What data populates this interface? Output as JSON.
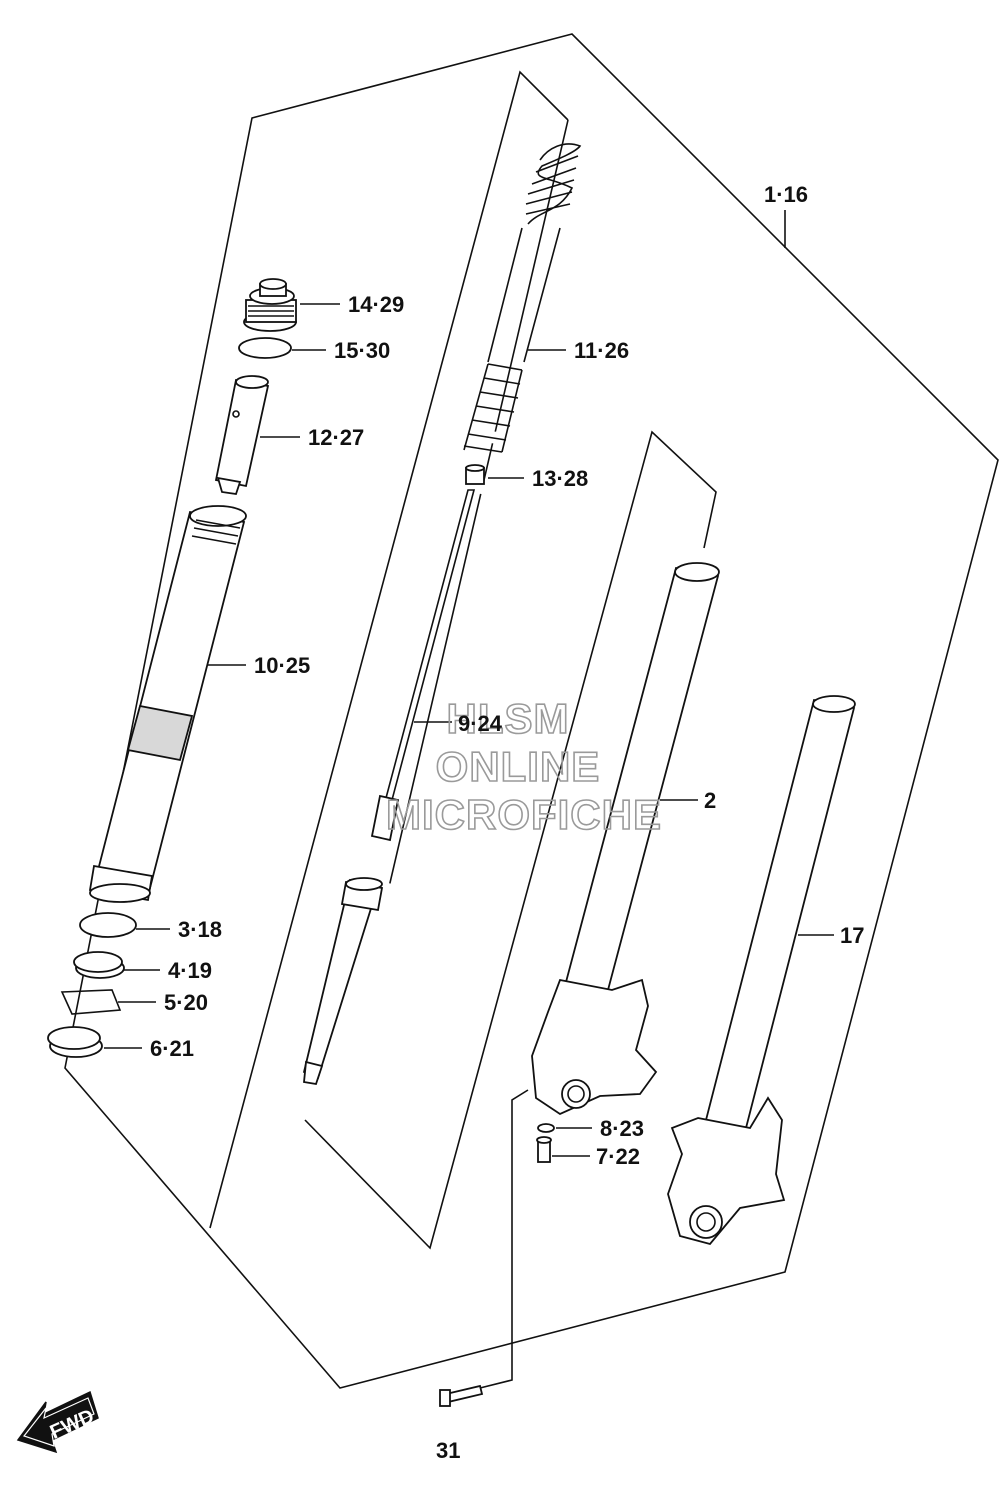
{
  "labels": {
    "l_1_16": "1·16",
    "l_14_29": "14·29",
    "l_15_30": "15·30",
    "l_12_27": "12·27",
    "l_11_26": "11·26",
    "l_13_28": "13·28",
    "l_10_25": "10·25",
    "l_9_24": "9·24",
    "l_2": "2",
    "l_17": "17",
    "l_3_18": "3·18",
    "l_4_19": "4·19",
    "l_5_20": "5·20",
    "l_6_21": "6·21",
    "l_8_23": "8·23",
    "l_7_22": "7·22",
    "l_31": "31"
  },
  "watermark": {
    "line1": "HLSM",
    "line2": "ONLINE",
    "line3": "MICROFICHE"
  },
  "fwd_badge": "FWD",
  "colors": {
    "ink": "#111111",
    "watermark": "#9a9a9a",
    "shade": "#d8d8d8"
  }
}
